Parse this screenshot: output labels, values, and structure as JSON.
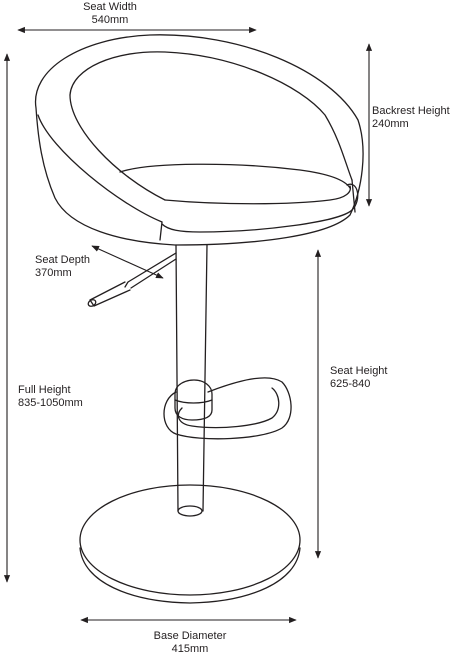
{
  "dimensions": {
    "seat_width": {
      "label": "Seat Width",
      "value": "540mm"
    },
    "backrest_height": {
      "label": "Backrest Height",
      "value": "240mm"
    },
    "seat_depth": {
      "label": "Seat Depth",
      "value": "370mm"
    },
    "seat_height": {
      "label": "Seat Height",
      "value": "625-840"
    },
    "full_height": {
      "label": "Full Height",
      "value": "835-1050mm"
    },
    "base_diameter": {
      "label": "Base Diameter",
      "value": "415mm"
    }
  },
  "colors": {
    "line": "#231f20",
    "background": "#ffffff"
  }
}
